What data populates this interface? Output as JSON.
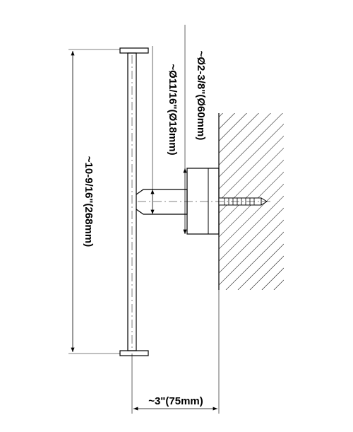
{
  "drawing": {
    "dimensions": {
      "height": "~10-9/16\"(268mm)",
      "bar_diameter": "~Ø11/16\"(Ø18mm)",
      "flange_diameter": "~Ø2-3/8\"(Ø60mm)",
      "projection": "~3\"(75mm)"
    }
  }
}
